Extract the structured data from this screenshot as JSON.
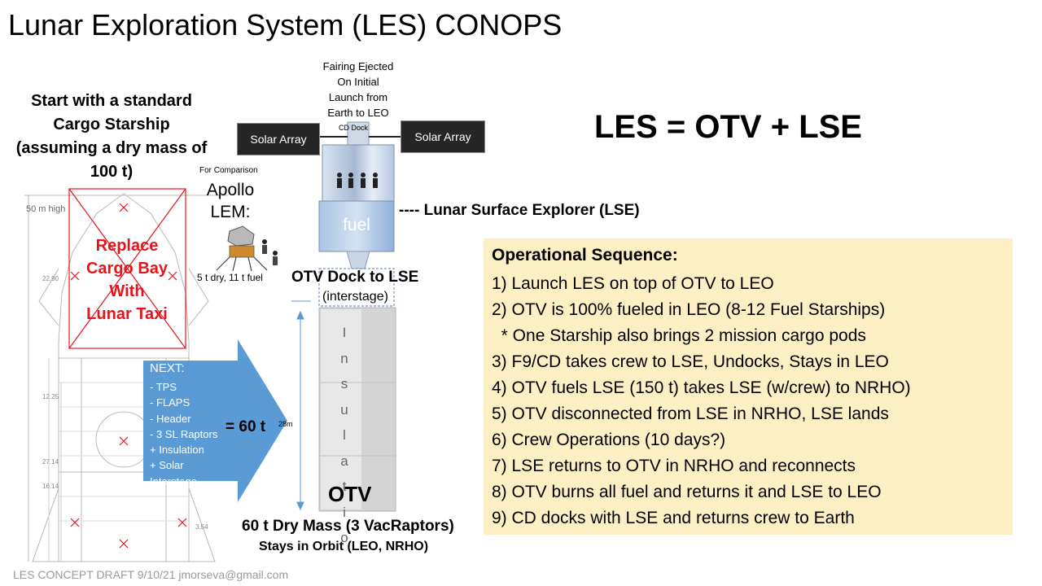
{
  "title": "Lunar Exploration System (LES) CONOPS",
  "equation": "LES = OTV + LSE",
  "starship": {
    "lines": [
      "Start with a standard",
      "Cargo Starship",
      "(assuming a dry mass of",
      "100 t)"
    ],
    "drawing_label": "50 m high",
    "replace_lines": [
      "Replace",
      "Cargo Bay",
      "With",
      "Lunar Taxi"
    ]
  },
  "apollo": {
    "comparison": "For Comparison",
    "name_lines": [
      "Apollo",
      "LEM:"
    ],
    "mass": "5 t dry, 11 t fuel"
  },
  "lse": {
    "fairing_lines": [
      "Fairing Ejected",
      "On Initial",
      "Launch from",
      "Earth to LEO"
    ],
    "cd_dock": "CD Dock",
    "solar_left": "Solar Array",
    "solar_right": "Solar Array",
    "label": "---- Lunar Surface Explorer (LSE)",
    "fuel": "fuel"
  },
  "otv": {
    "dock_label": "OTV Dock to LSE",
    "interstage": "(interstage)",
    "insulation": "Insulatio",
    "name": "OTV",
    "dry_mass": "60 t Dry Mass (3 VacRaptors)",
    "stays": "Stays in Orbit (LEO, NRHO)",
    "height": "28m"
  },
  "next": {
    "title": "NEXT:",
    "items": [
      "- TPS",
      "- FLAPS",
      "- Header",
      "- 3 SL Raptors",
      "+ Insulation",
      "+ Solar",
      "Interstage"
    ],
    "equals": "= 60 t"
  },
  "ops": {
    "title": "Operational Sequence:",
    "steps": [
      "1) Launch LES on top of OTV to LEO",
      "2) OTV is 100% fueled in LEO (8-12 Fuel Starships)",
      "  * One Starship also brings 2 mission cargo pods",
      "3) F9/CD takes crew to LSE, Undocks, Stays in LEO",
      "4) OTV fuels LSE (150 t) takes LSE (w/crew) to NRHO)",
      "5) OTV disconnected from LSE in NRHO, LSE lands",
      "6) Crew Operations (10 days?)",
      "7) LSE returns to OTV in NRHO and reconnects",
      "8) OTV burns all fuel and returns it and LSE to LEO",
      "9) CD docks with LSE and returns crew to Earth"
    ]
  },
  "footer": "LES CONCEPT DRAFT 9/10/21  jmorseva@gmail.com",
  "colors": {
    "ops_background": "#fdefc4",
    "arrow": "#5b9bd5",
    "replace_red": "#e8141b",
    "solar_array": "#262626"
  }
}
